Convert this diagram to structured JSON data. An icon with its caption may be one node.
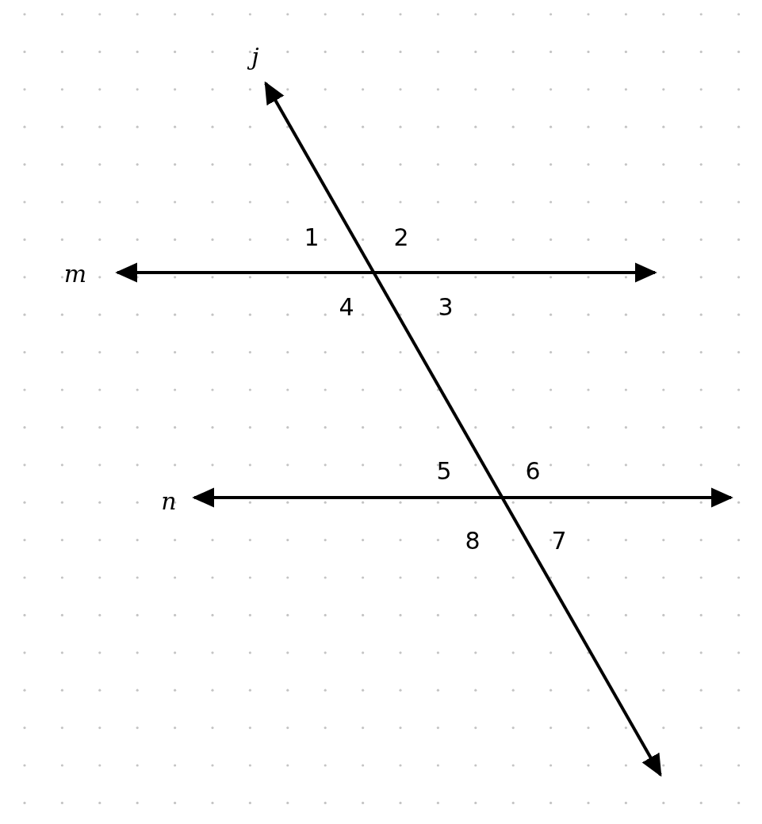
{
  "diagram": {
    "labels": [
      "j",
      "1",
      "2",
      "m",
      "4",
      "3",
      "5",
      "6",
      "n",
      "8",
      "7"
    ]
  }
}
